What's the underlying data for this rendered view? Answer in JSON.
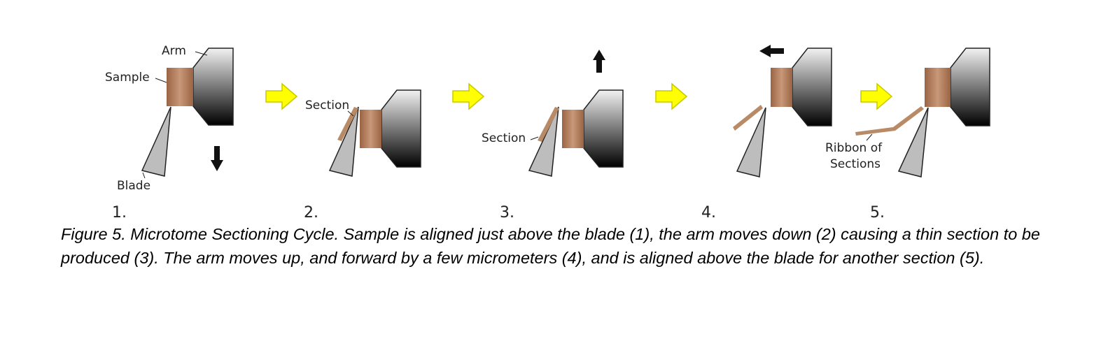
{
  "labels": {
    "arm": "Arm",
    "sample": "Sample",
    "blade": "Blade",
    "section_2": "Section",
    "section_3": "Section",
    "ribbon_line1": "Ribbon of",
    "ribbon_line2": "Sections"
  },
  "steps": [
    "1.",
    "2.",
    "3.",
    "4.",
    "5."
  ],
  "caption": "Figure 5. Microtome Sectioning Cycle. Sample is aligned just above the blade (1), the arm moves down (2) causing a thin section to be produced (3).  The arm moves up, and forward by a few micrometers (4), and is aligned above the blade for another section (5).",
  "colors": {
    "arrow_fill": "#ffff00",
    "arrow_stroke": "#c8c800",
    "sample": "#a4714f",
    "blade": "#bdbdbd",
    "section": "#b88a66"
  }
}
